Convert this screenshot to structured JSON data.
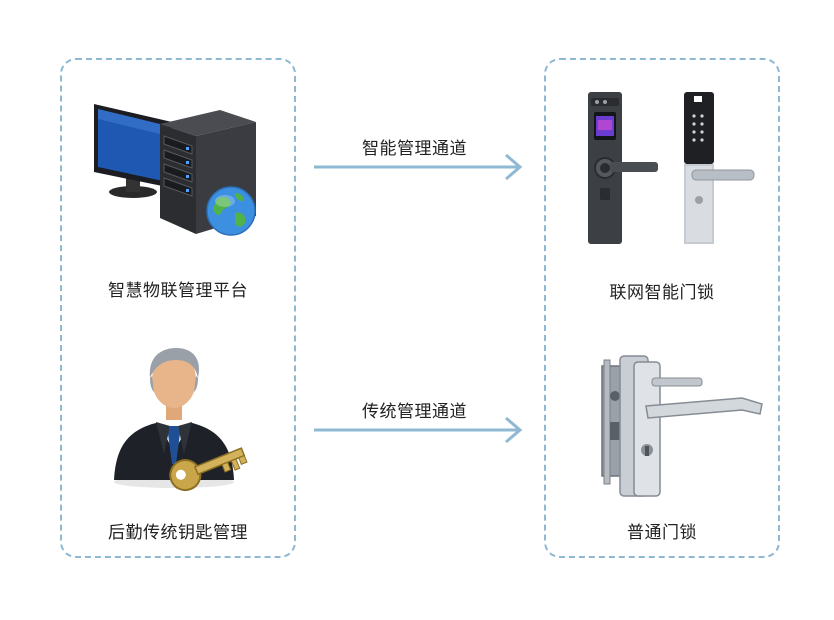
{
  "left_panel": {
    "platform_label": "智慧物联管理平台",
    "keys_label": "后勤传统钥匙管理"
  },
  "right_panel": {
    "smart_lock_label": "联网智能门锁",
    "normal_lock_label": "普通门锁"
  },
  "arrows": {
    "smart_channel_label": "智能管理通道",
    "traditional_channel_label": "传统管理通道"
  },
  "colors": {
    "panel_border": "#8fb8d3",
    "arrow": "#8fb8d3",
    "monitor_screen": "#1f58b3",
    "server_body": "#2b2d31",
    "key_gold": "#c9a64a"
  },
  "icons": [
    "computer-server-icon",
    "globe-icon",
    "manager-person-icon",
    "key-icon",
    "smart-lock-icon",
    "mechanical-lock-icon"
  ]
}
